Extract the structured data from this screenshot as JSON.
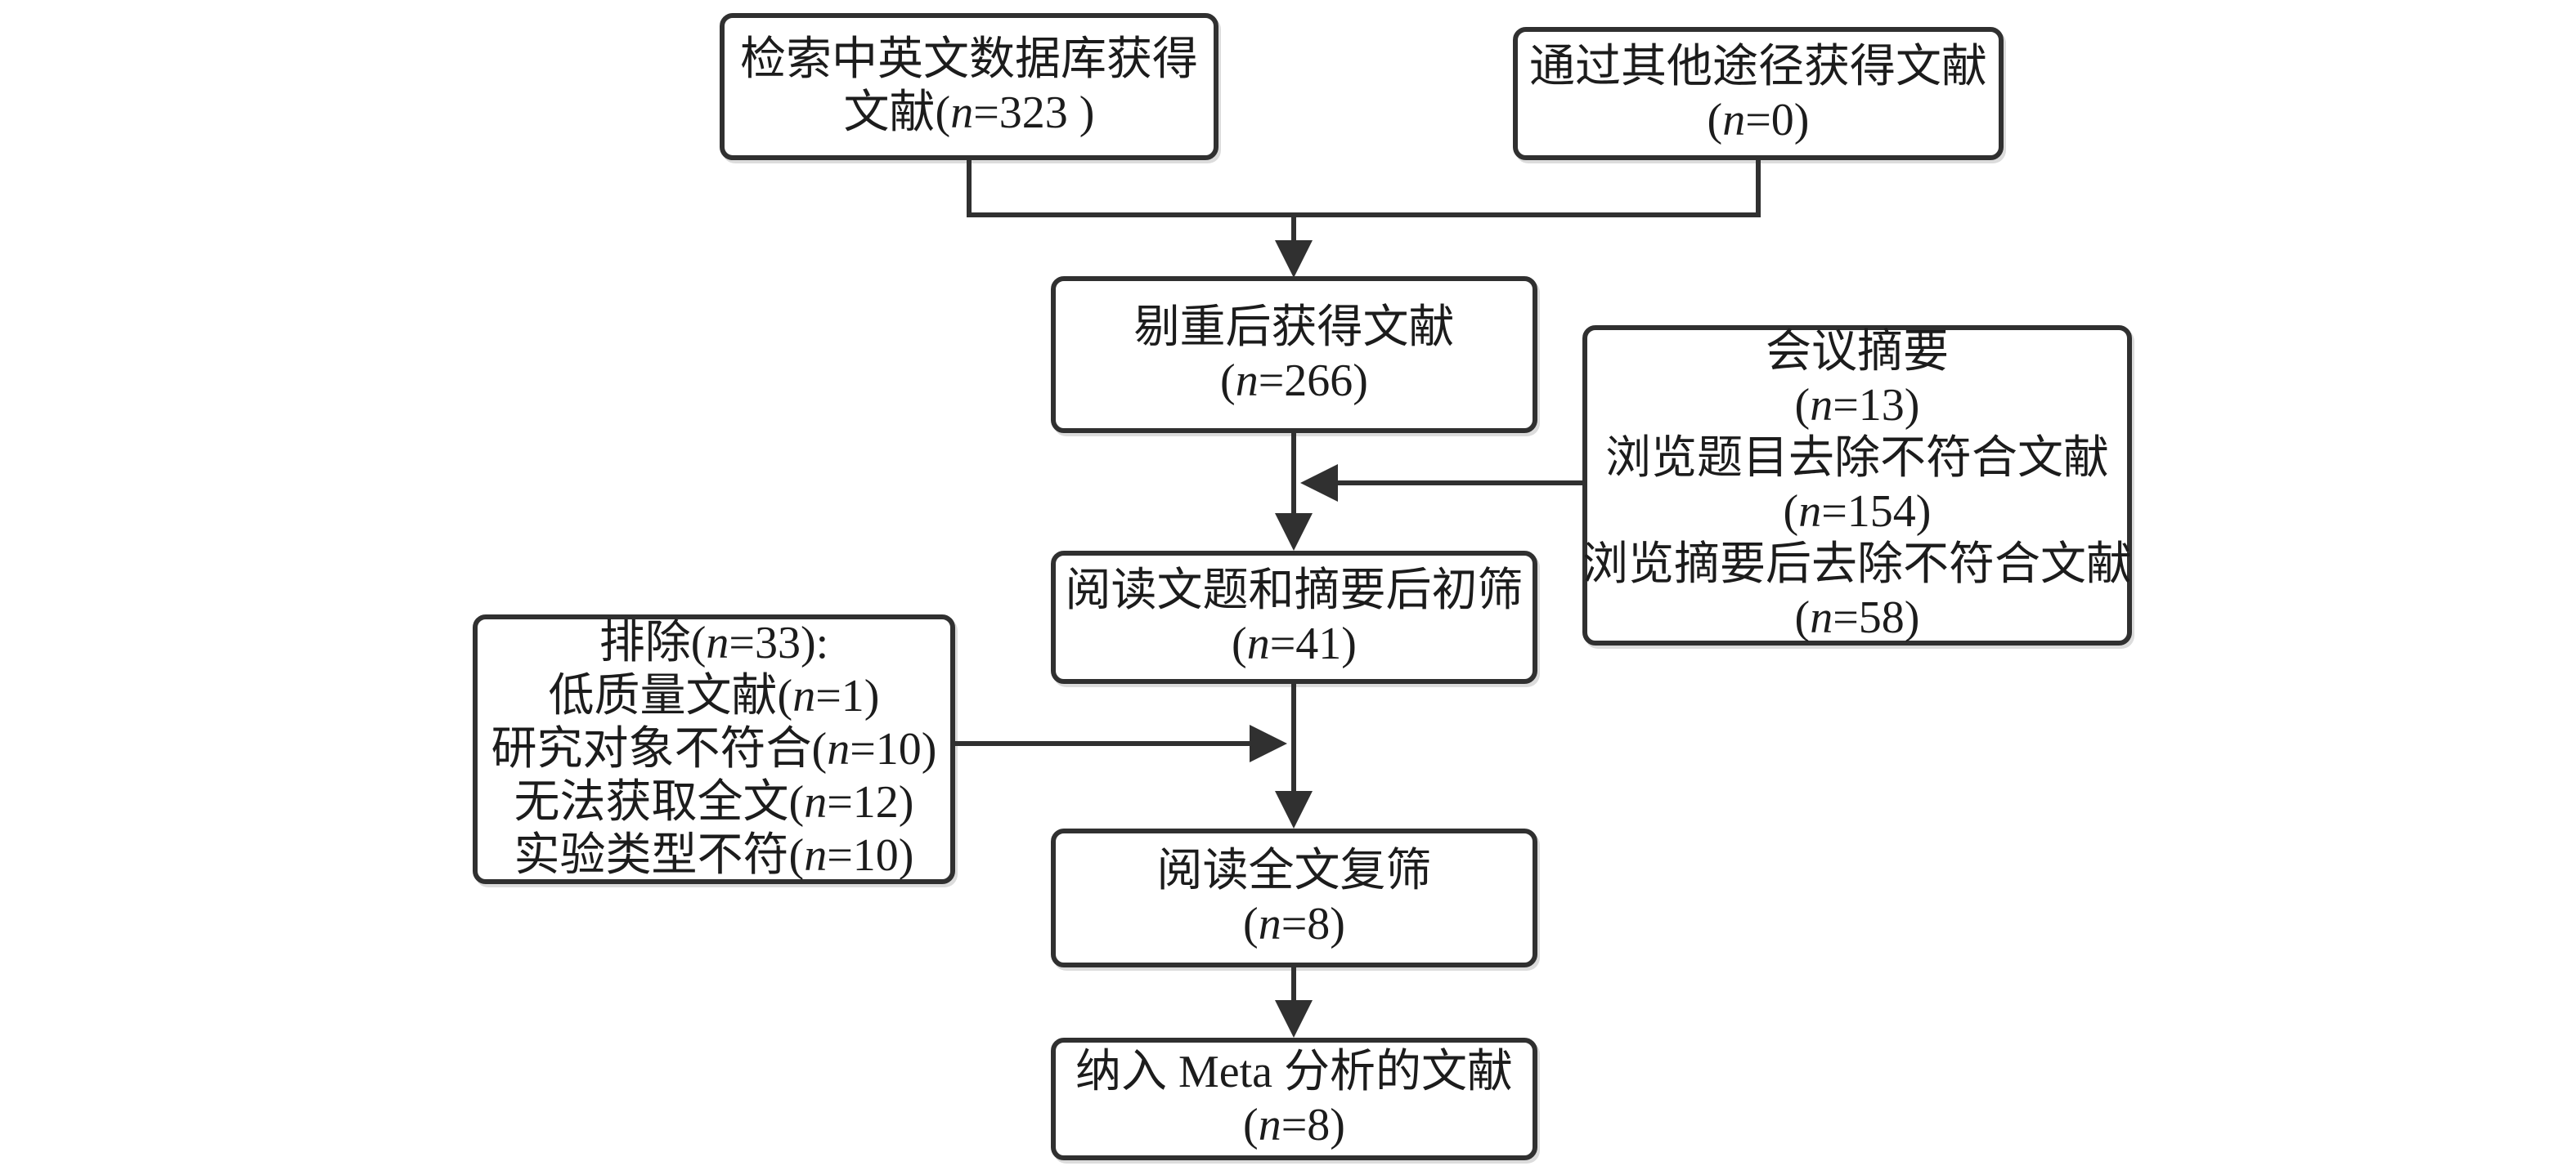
{
  "diagram": {
    "colors": {
      "line": "#303030",
      "text": "#1c1c1c",
      "background": "#ffffff"
    },
    "boxes": {
      "search": {
        "lines": [
          "检索中英文数据库获得",
          "文献(n=323 )"
        ]
      },
      "other": {
        "lines": [
          "通过其他途径获得文献",
          "(n=0)"
        ]
      },
      "dedup": {
        "lines": [
          "剔重后获得文献",
          "(n=266)"
        ]
      },
      "conference": {
        "lines": [
          "会议摘要",
          "(n=13)",
          "浏览题目去除不符合文献",
          "(n=154)",
          "浏览摘要后去除不符合文献",
          "(n=58)"
        ]
      },
      "screen1": {
        "lines": [
          "阅读文题和摘要后初筛",
          "(n=41)"
        ]
      },
      "exclude": {
        "lines": [
          "排除(n=33):",
          "低质量文献(n=1)",
          "研究对象不符合(n=10)",
          "无法获取全文(n=12)",
          "实验类型不符(n=10)"
        ]
      },
      "screen2": {
        "lines": [
          "阅读全文复筛",
          "(n=8)"
        ]
      },
      "final": {
        "lines": [
          "纳入 Meta 分析的文献",
          "(n=8)"
        ]
      }
    }
  }
}
